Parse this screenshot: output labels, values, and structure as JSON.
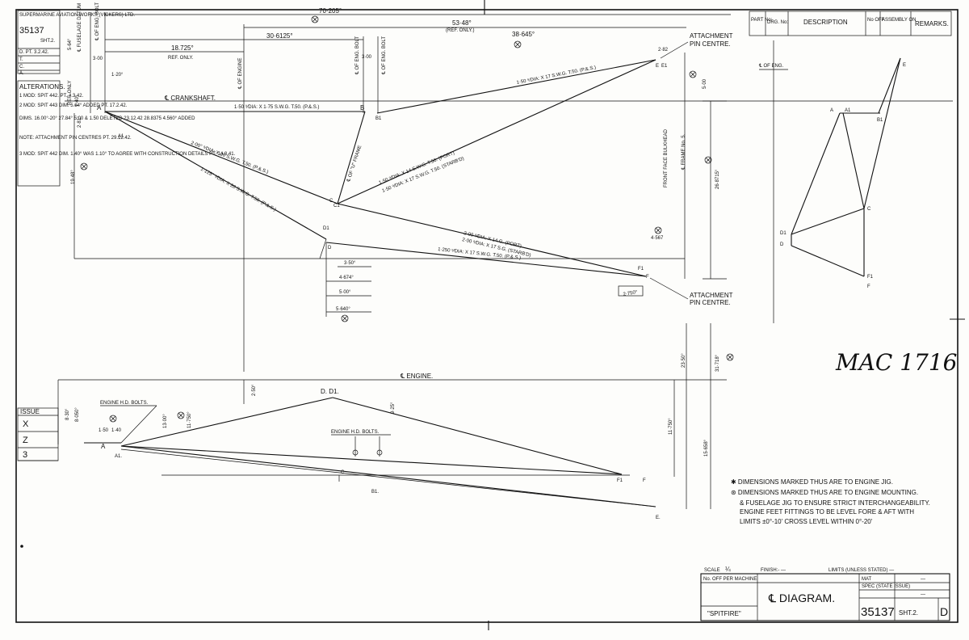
{
  "company_block": {
    "company": "SUPERMARINE AVIATION WORKS (VICKERS) LTD.",
    "drawing_no": "35137",
    "sheet": "SHT.2.",
    "d_row_label": "D. PT. 3.2.42.",
    "t_row_label": "T.",
    "c_row_label": "C.",
    "a_row_label": "A.",
    "alterations_title": "ALTERATIONS.",
    "alterations": [
      "1 MOD: SPIT 442. PT. 4.3.42.",
      "2 MOD: SPIT 443 DIM. 5.64° ADDED PT. 17.2.42.",
      "DIMS. 16.00°-20° 27.84° 5.00 & 1.50 DELETED 23.12.42 28.8375 4.560° ADDED",
      "NOTE: ATTACHMENT PIN CENTRES PT. 29.12.42.",
      "3 MOD: SPIT 442 DIM. 1.40° WAS 1.10° TO AGREE WITH CONSTRUCTION DETAILS PT. 14.8.41."
    ]
  },
  "issue_block": {
    "title": "ISSUE",
    "rows": [
      "X",
      "Z",
      "3"
    ]
  },
  "title_block": {
    "parts_header": [
      "PART No:",
      "DRG. No:",
      "DESCRIPTION",
      "No OFF",
      "ASSEMBLY ON",
      "REMARKS."
    ],
    "scale_label": "SCALE",
    "scale_value": "¼",
    "finish_label": "FINISH:- —",
    "limits_label": "LIMITS (UNLESS STATED) —",
    "no_off_label": "No. OFF PER MACHINE",
    "title": "℄ DIAGRAM.",
    "aircraft": "\"SPITFIRE\"",
    "mat_label": "MAT",
    "spec_label": "SPEC (STATE ISSUE)",
    "dash": "—",
    "drawing_no": "35137",
    "sheet": "SHT.2.",
    "revision": "D"
  },
  "annotations": {
    "handwritten": "MAC 1716",
    "notes": [
      "✱ DIMENSIONS MARKED THUS ARE TO ENGINE JIG.",
      "⊛ DIMENSIONS MARKED THUS ARE TO ENGINE MOUNTING.",
      "& FUSELAGE JIG TO ENSURE STRICT INTERCHANGEABILITY.",
      "ENGINE FEET FITTINGS TO BE LEVEL FORE & AFT WITH",
      "LIMITS ±0°-10' CROSS LEVEL WITHIN 0°-20'"
    ]
  },
  "side_view": {
    "dims": {
      "overall": "70·205°",
      "ref_48": "53·48°",
      "ref_only": "(REF. ONLY.)",
      "d30": "30·6125°",
      "d38": "38·645°",
      "d18": "18.725°",
      "ref_only2": "REF. ONLY.",
      "d300a": "3·00",
      "d300b": "3·00",
      "d120": "1·20°",
      "d564": "5·64°",
      "d140": "1·40°",
      "d281": "2·81°",
      "d1948": "19·48°",
      "d500": "5·00",
      "d26": "26·8715°",
      "d4567": "4·567",
      "d350": "3·50°",
      "d4674": "4·674°",
      "d500b": "5·00°",
      "d5640": "5·640°",
      "d2750": "2·750°",
      "d282": "2·82"
    },
    "labels": {
      "fuselage_datum": "℄ FUSELAGE DATUM",
      "eng_bolt": "℄ OF ENG. BOLT",
      "of_eng_bolt2": "℄ OF ENG. BOLT",
      "of_eng_bolt3": "℄ OF ENG. BOLT",
      "of_engine": "℄ OF ENGINE",
      "ref_only_v": "REF. ONLY",
      "crankshaft": "℄ CRANKSHAFT.",
      "front_face": "FRONT FACE BULKHEAD",
      "frame5": "℄ FRAME No. 5.",
      "u_frame": "℄ OF \"U\" FRAME",
      "attach1": "ATTACHMENT",
      "attach1b": "PIN CENTRE.",
      "attach2": "ATTACHMENT",
      "attach2b": "PIN CENTRE.",
      "tube_ab": "1·50 ⁹⁄DIA: X 1·75 S.W.G. T.50. (P.&.S.)",
      "tube_be": "1·50 ⁹⁄DIA: X 17 S.W.G. T.50. (P.&.S.)",
      "tube_ac": "2·00° ⁹⁄DIA: X 20 S.W.G. T.50. (P.&.S.)",
      "tube_ad": "1·125° ⁹⁄DIA: X 20 S.W.G. T.50. (P.&.S.)",
      "tube_ce1": "1·50 ⁹⁄DIA: X 14 S.W.G. T.50. (PORT)",
      "tube_ce2": "1·50 ⁹⁄DIA: X 17 S.W.G. T.50. (STARB'D)",
      "tube_cf1": "2·00 ⁹⁄DIA: X 14.G. (PORT)",
      "tube_cf2": "2·00 ⁹⁄DIA: X 17 S.G. (STARB'D)",
      "tube_df": "1·250 ⁹⁄DIA: X 17 S.W.G. T.50. (P.&.S.)",
      "pt_a": "A",
      "pt_a1": "A1",
      "pt_b": "B",
      "pt_b1": "B1",
      "pt_c": "C",
      "pt_c1": "C1",
      "pt_d": "D",
      "pt_d1": "D1",
      "pt_e": "E",
      "pt_e1": "E1",
      "pt_f": "F",
      "pt_f1": "F1"
    }
  },
  "plan_view": {
    "labels": {
      "engine_cl": "℄ ENGINE.",
      "engine_hd1": "ENGINE H.D. BOLTS.",
      "engine_hd2": "ENGINE H.D. BOLTS.",
      "d_d1": "D. D1.",
      "a": "A",
      "a1": "A1.",
      "b1": "B1.",
      "c": "C",
      "e": "E.",
      "f": "F",
      "f1": "F1"
    },
    "dims": {
      "d830": "8·30°",
      "d8050": "8·050°",
      "d150": "1·50",
      "d140": "1·40",
      "d1300": "13·00°",
      "d11750": "11·750°",
      "d250": "2·50°",
      "d925": "9·25°",
      "d11750b": "11·750°",
      "d23": "23·50°",
      "d31": "31·718°",
      "d15": "15·658°"
    }
  },
  "end_view": {
    "title": "℄ OF ENG.",
    "labels": {
      "a": "A",
      "a1": "A1",
      "b1": "B1",
      "c": "C",
      "d1": "D1",
      "d": "D",
      "e": "E",
      "f1": "F1",
      "f": "F"
    }
  }
}
